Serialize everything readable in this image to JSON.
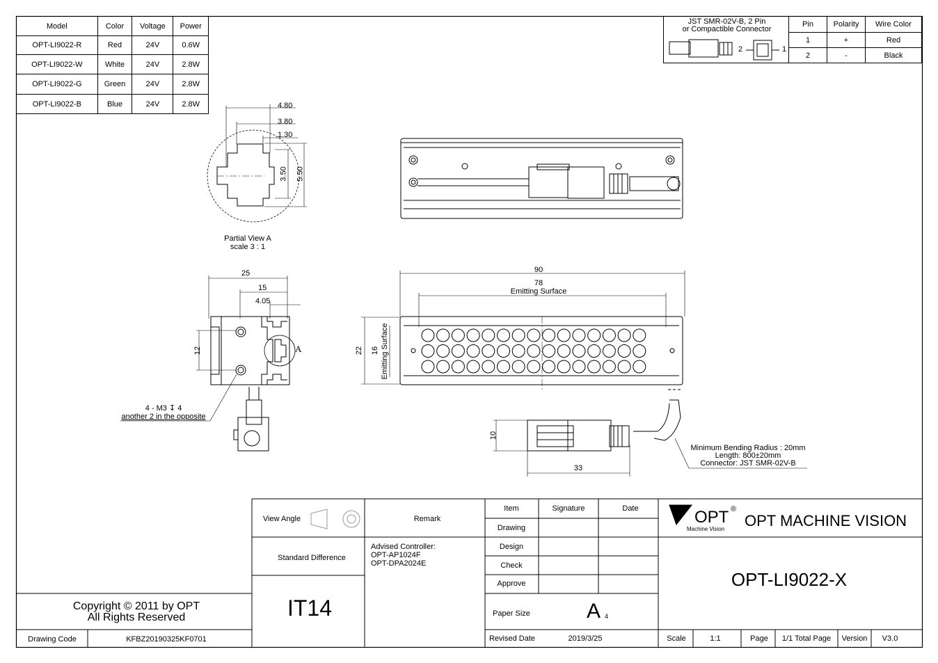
{
  "spec_table": {
    "headers": [
      "Model",
      "Color",
      "Voltage",
      "Power"
    ],
    "rows": [
      [
        "OPT-LI9022-R",
        "Red",
        "24V",
        "0.6W"
      ],
      [
        "OPT-LI9022-W",
        "White",
        "24V",
        "2.8W"
      ],
      [
        "OPT-LI9022-G",
        "Green",
        "24V",
        "2.8W"
      ],
      [
        "OPT-LI9022-B",
        "Blue",
        "24V",
        "2.8W"
      ]
    ]
  },
  "connector_table": {
    "title_line1": "JST SMR-02V-B, 2 Pin",
    "title_line2": "or Compactible Connector",
    "headers": [
      "Pin",
      "Polarity",
      "Wire Color"
    ],
    "rows": [
      [
        "1",
        "+",
        "Red"
      ],
      [
        "2",
        "-",
        "Black"
      ]
    ],
    "pin_left": "2",
    "pin_right": "1"
  },
  "partial_view": {
    "dims": [
      "4.80",
      "3.80",
      "1.30",
      "3.50",
      "5.50"
    ],
    "caption_line1": "Partial View A",
    "caption_line2": "scale 3 : 1"
  },
  "side_view": {
    "dims": [
      "25",
      "15",
      "4.05",
      "12"
    ],
    "marker": "A",
    "note_line1": "4 - M3 ↧ 4",
    "note_line2": "another 2 in the opposite"
  },
  "front_view": {
    "dim_total": "90",
    "dim_emit": "78",
    "emit_label": "Emitting Surface",
    "dim_height": "22",
    "dim_emit_h": "16",
    "emit_label_v": "Emitting Surface",
    "dim_conn_h": "10",
    "dim_conn_w": "33",
    "cable_note1": "Minimum Bending Radius : 20mm",
    "cable_note2": "Length: 800±20mm",
    "cable_note3": "Connector: JST SMR-02V-B"
  },
  "title_block": {
    "view_angle": "View Angle",
    "remark": "Remark",
    "standard_difference": "Standard Difference",
    "remark_text1": "Advised Controller:",
    "remark_text2": "OPT-AP1024F",
    "remark_text3": "OPT-DPA2024E",
    "tolerance": "IT14",
    "item": "Item",
    "signature": "Signature",
    "date": "Date",
    "drawing": "Drawing",
    "design": "Design",
    "check": "Check",
    "approve": "Approve",
    "paper_size_label": "Paper Size",
    "paper_size": "A",
    "paper_size_sub": "4",
    "revised_date_label": "Revised Date",
    "revised_date": "2019/3/25",
    "logo": "OPT",
    "logo_reg": "®",
    "logo_sub": "Machine Vision",
    "company": "OPT MACHINE VISION",
    "part_number": "OPT-LI9022-X",
    "scale_label": "Scale",
    "scale": "1:1",
    "page_label": "Page",
    "total_page": "1/1 Total Page",
    "version_label": "Version",
    "version": "V3.0",
    "copyright1": "Copyright © 2011 by OPT",
    "copyright2": "All Rights Reserved",
    "drawing_code_label": "Drawing Code",
    "drawing_code": "KFBZ20190325KF0701"
  }
}
